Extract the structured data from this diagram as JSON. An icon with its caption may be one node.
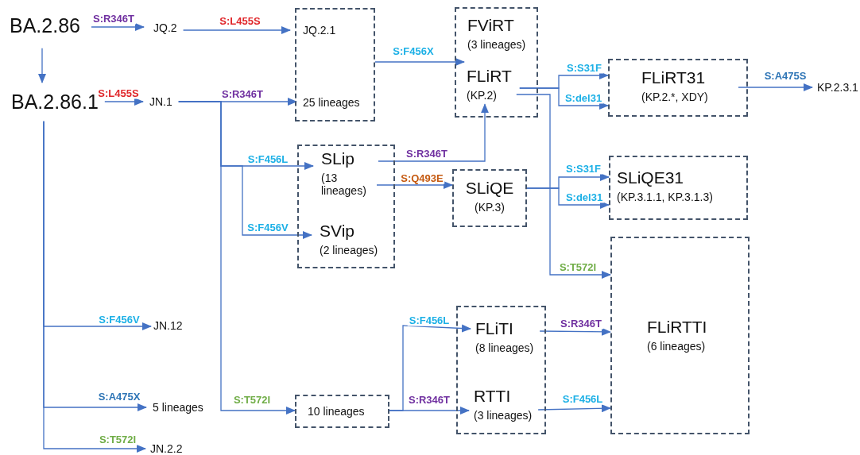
{
  "diagram": {
    "nodes": [
      {
        "text": [
          "BA.2.86"
        ]
      },
      {
        "text": [
          "JQ.2"
        ]
      },
      {
        "text": [
          "BA.2.86.1"
        ]
      },
      {
        "text": [
          "JN.1"
        ]
      },
      {
        "text": [],
        "shape": "box"
      },
      {
        "text": [
          "JQ.2.1"
        ],
        "in": 4
      },
      {
        "text": [
          "25 lineages"
        ],
        "in": 4
      },
      {
        "text": [],
        "shape": "box"
      },
      {
        "text": [
          "FViRT",
          "(3 lineages)"
        ],
        "in": 7
      },
      {
        "text": [
          "FLiRT",
          "(KP.2)"
        ],
        "in": 7
      },
      {
        "text": [
          "FLiRT31",
          "(KP.2.*, XDY)"
        ]
      },
      {
        "text": [
          "KP.2.3.1"
        ]
      },
      {
        "text": [],
        "shape": "box"
      },
      {
        "text": [
          "SLip",
          "(13 lineages)"
        ],
        "in": 12
      },
      {
        "text": [
          "SVip",
          "(2 lineages)"
        ],
        "in": 12
      },
      {
        "text": [
          "SLiQE",
          "(KP.3)"
        ]
      },
      {
        "text": [
          "SLiQE31",
          "(KP.3.1.1, KP.3.1.3)"
        ]
      },
      {
        "text": [
          "FLiRTTI",
          "(6 lineages)"
        ]
      },
      {
        "text": [
          "JN.12"
        ]
      },
      {
        "text": [
          "5 lineages"
        ]
      },
      {
        "text": [
          "JN.2.2"
        ]
      },
      {
        "text": [
          "10 lineages"
        ]
      },
      {
        "text": [],
        "shape": "box"
      },
      {
        "text": [
          "FLiTI",
          "(8 lineages)"
        ],
        "in": 22
      },
      {
        "text": [
          "RTTI",
          "(3 lineages)"
        ],
        "in": 22
      }
    ],
    "edges": [
      {
        "from": 0,
        "to": 1,
        "arrow": "to",
        "label": "S:R346T"
      },
      {
        "from": 1,
        "to": 5,
        "arrow": "to",
        "label": "S:L455S"
      },
      {
        "from": 0,
        "to": 2,
        "arrow": "to"
      },
      {
        "from": 2,
        "to": 3,
        "arrow": "to",
        "label": "S:L455S"
      },
      {
        "from": 3,
        "to": 6,
        "arrow": "to",
        "label": "S:R346T"
      },
      {
        "from": 4,
        "to": 9,
        "arrow": "to",
        "label": "S:F456X"
      },
      {
        "from": 3,
        "to": 13,
        "arrow": "to",
        "label": "S:F456L"
      },
      {
        "from": 3,
        "to": 14,
        "arrow": "to",
        "label": "S:F456V"
      },
      {
        "from": 3,
        "to": 21,
        "arrow": "to",
        "label": "S:T572I"
      },
      {
        "from": 13,
        "to": 9,
        "arrow": "to",
        "label": "S:R346T"
      },
      {
        "from": 13,
        "to": 15,
        "arrow": "to",
        "label": "S:Q493E"
      },
      {
        "from": 9,
        "to": 10,
        "arrow": "to",
        "label": "S:S31F"
      },
      {
        "from": 9,
        "to": 10,
        "arrow": "to",
        "label": "S:del31"
      },
      {
        "from": 9,
        "to": 17,
        "arrow": "to",
        "label": "S:T572I"
      },
      {
        "from": 10,
        "to": 11,
        "arrow": "to",
        "label": "S:A475S"
      },
      {
        "from": 15,
        "to": 16,
        "arrow": "to",
        "label": "S:S31F"
      },
      {
        "from": 15,
        "to": 16,
        "arrow": "to",
        "label": "S:del31"
      },
      {
        "from": 2,
        "to": 18,
        "arrow": "to",
        "label": "S:F456V"
      },
      {
        "from": 2,
        "to": 19,
        "arrow": "to",
        "label": "S:A475X"
      },
      {
        "from": 2,
        "to": 20,
        "arrow": "to",
        "label": "S:T572I"
      },
      {
        "from": 21,
        "to": 23,
        "arrow": "to",
        "label": "S:F456L"
      },
      {
        "from": 21,
        "to": 24,
        "arrow": "to",
        "label": "S:R346T"
      },
      {
        "from": 23,
        "to": 17,
        "arrow": "to",
        "label": "S:R346T"
      },
      {
        "from": 24,
        "to": 17,
        "arrow": "to",
        "label": "S:F456L"
      }
    ]
  }
}
